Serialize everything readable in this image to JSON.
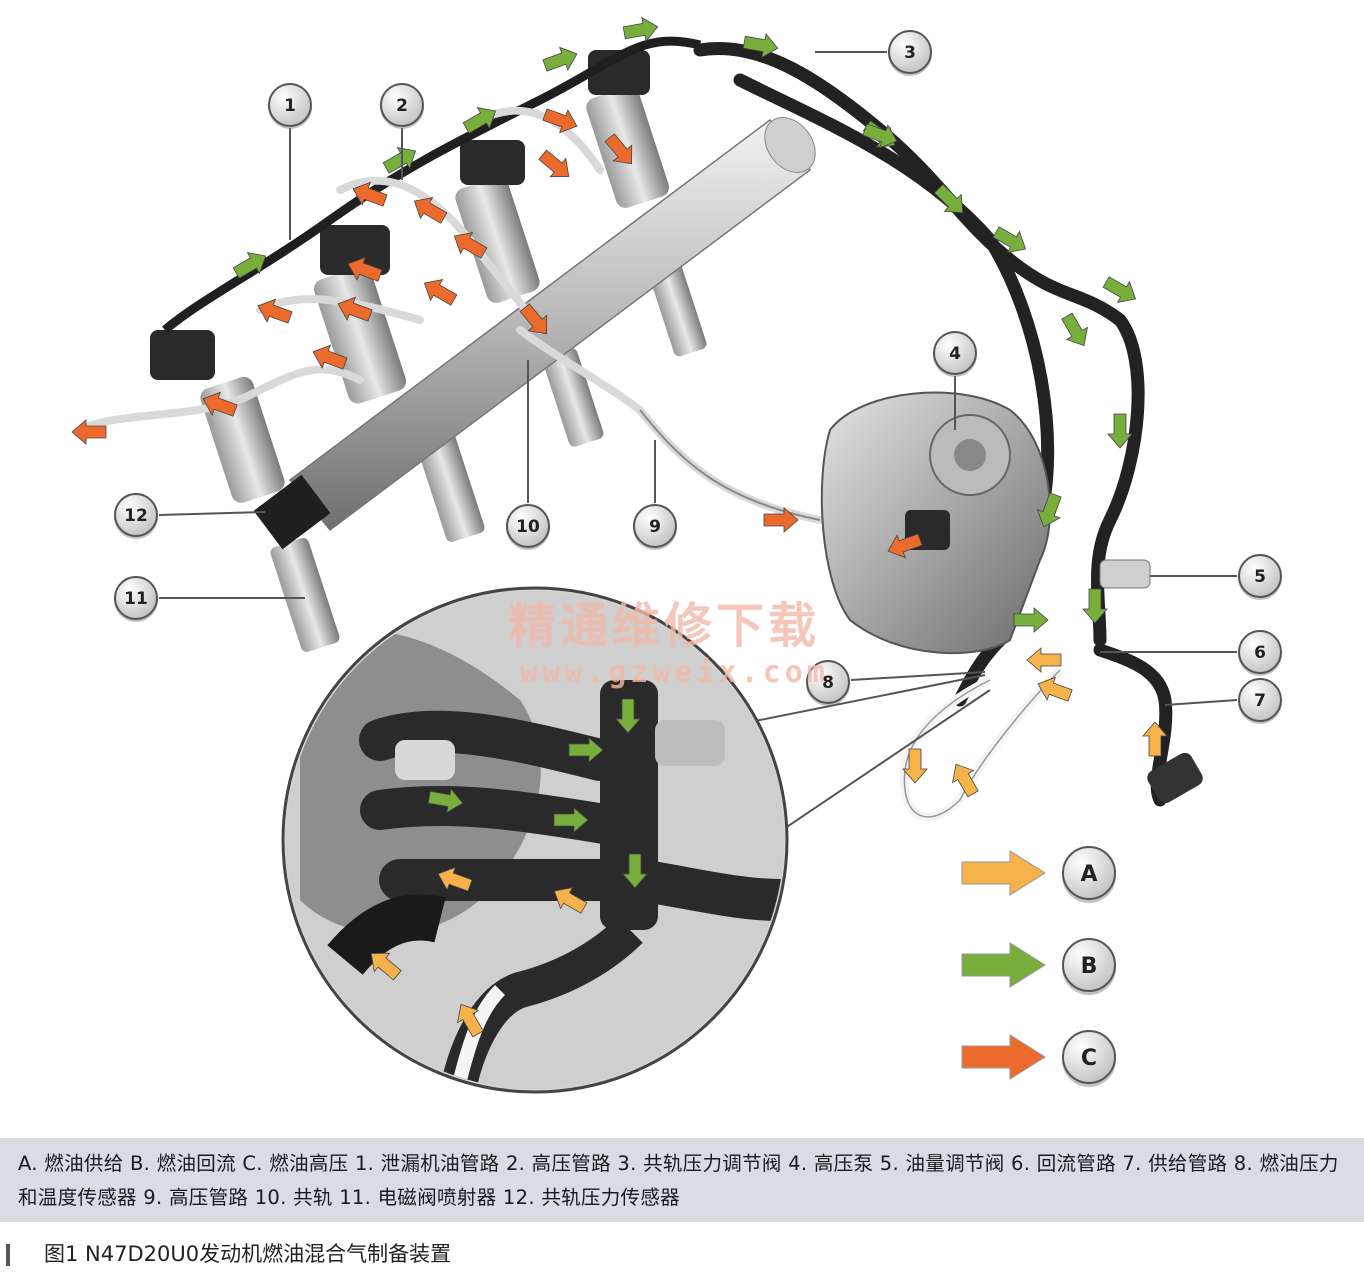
{
  "callouts": [
    {
      "label": "1"
    },
    {
      "label": "2"
    },
    {
      "label": "3"
    },
    {
      "label": "4"
    },
    {
      "label": "5"
    },
    {
      "label": "6"
    },
    {
      "label": "7"
    },
    {
      "label": "8"
    },
    {
      "label": "9"
    },
    {
      "label": "10"
    },
    {
      "label": "11"
    },
    {
      "label": "12"
    }
  ],
  "legend": [
    {
      "label": "A",
      "color": "#f6b24a"
    },
    {
      "label": "B",
      "color": "#78ae3c"
    },
    {
      "label": "C",
      "color": "#ec6a2c"
    }
  ],
  "watermark": {
    "site_name": "精通维修下载",
    "url": "www.gzweix.com"
  },
  "caption": "A. 燃油供给 B. 燃油回流 C. 燃油高压 1. 泄漏机油管路 2. 高压管路 3. 共轨压力调节阀 4. 高压泵 5. 油量调节阀 6. 回流管路 7. 供给管路 8. 燃油压力和温度传感器 9. 高压管路 10. 共轨 11. 电磁阀喷射器 12. 共轨压力传感器",
  "figure_title": "图1   N47D20U0发动机燃油混合气制备装置"
}
